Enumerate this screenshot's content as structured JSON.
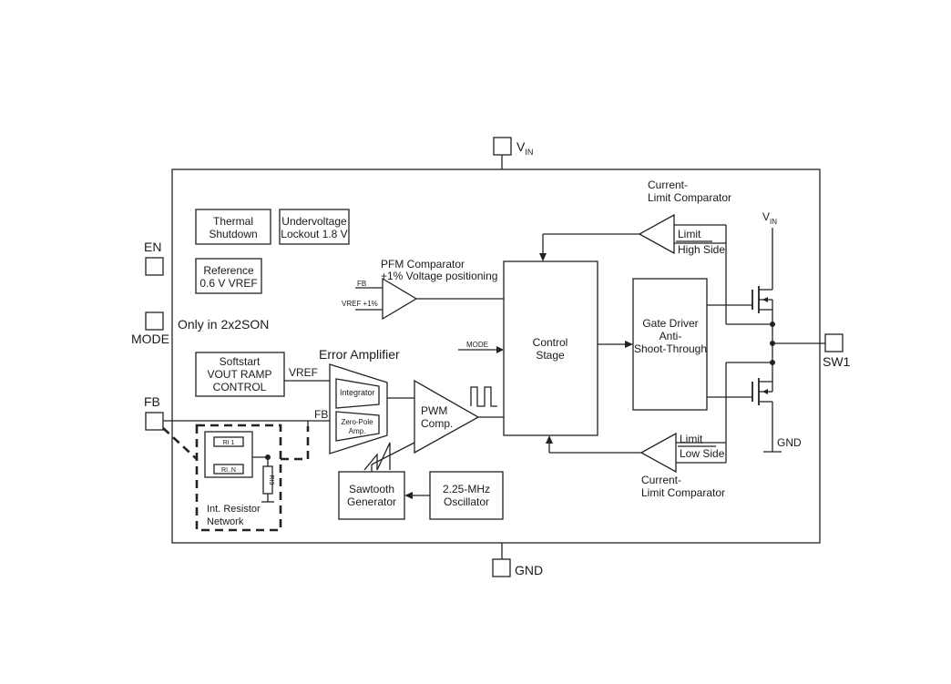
{
  "pins": {
    "vin": {
      "main": "V",
      "sub": "IN"
    },
    "gnd": "GND",
    "en": "EN",
    "mode": "MODE",
    "fb": "FB",
    "sw1": "SW1"
  },
  "blocks": {
    "thermal": [
      "Thermal",
      "Shutdown"
    ],
    "uvlo": [
      "Undervoltage",
      "Lockout 1.8 V"
    ],
    "reference": [
      "Reference",
      "0.6 V VREF"
    ],
    "only_in": "Only in  2x2SON",
    "softstart": [
      "Softstart",
      "VOUT RAMP",
      "CONTROL"
    ],
    "error_amp_title": "Error Amplifier",
    "vref_label": "VREF",
    "integrator": "Integrator",
    "zero_pole": [
      "Zero-Pole",
      "Amp."
    ],
    "pwm": [
      "PWM",
      "Comp."
    ],
    "pfm_title": [
      "PFM Comparator",
      "+1% Voltage positioning"
    ],
    "pfm_fb": "FB",
    "pfm_vref": "VREF +1%",
    "mode_in": "MODE",
    "control": [
      "Control",
      "Stage"
    ],
    "gate_driver": [
      "Gate Driver",
      "Anti-",
      "Shoot-Through"
    ],
    "sawtooth": [
      "Sawtooth",
      "Generator"
    ],
    "oscillator": [
      "2.25-MHz",
      "Oscillator"
    ],
    "fb_line": "FB",
    "resistor_net": [
      "Int. Resistor",
      "Network"
    ],
    "r1": "RI 1",
    "rn": "RI..N",
    "r3": "RI3",
    "cl_top": [
      "Current-",
      "Limit Comparator"
    ],
    "cl_bottom": [
      "Current-",
      "Limit Comparator"
    ],
    "limit_hs": [
      "Limit",
      "High Side"
    ],
    "limit_ls": [
      "Limit",
      "Low Side"
    ],
    "vin_right": {
      "main": "V",
      "sub": "IN"
    },
    "gnd_right": "GND"
  }
}
